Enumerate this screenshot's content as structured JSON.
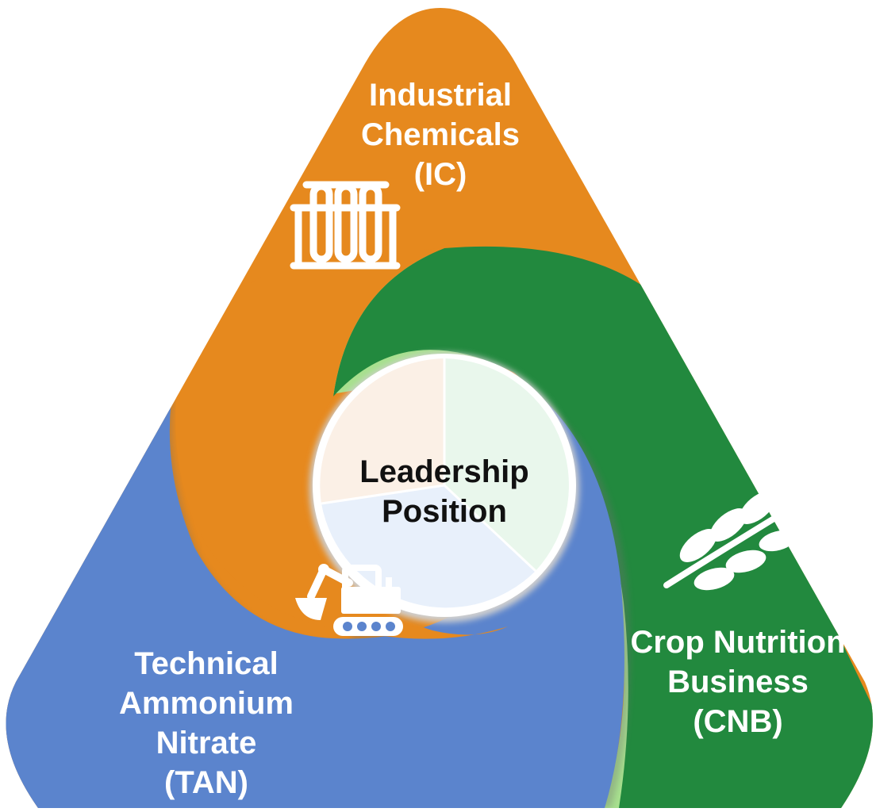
{
  "segments": {
    "ic": {
      "lines": [
        "Industrial",
        "Chemicals",
        "(IC)"
      ],
      "color": "#e6891e",
      "icon": "test-tubes-icon"
    },
    "cnb": {
      "lines": [
        "Crop Nutrition",
        "Business",
        "(CNB)"
      ],
      "color": "#22893e",
      "icon": "wheat-leaf-icon"
    },
    "tan": {
      "lines": [
        "Technical",
        "Ammonium",
        "Nitrate",
        "(TAN)"
      ],
      "color": "#5b84cd",
      "icon": "excavator-icon"
    }
  },
  "center": {
    "lines": [
      "Leadership",
      "Position"
    ],
    "slice_colors": [
      "#e9f7ec",
      "#e8f0fb",
      "#fbf0e6"
    ]
  }
}
